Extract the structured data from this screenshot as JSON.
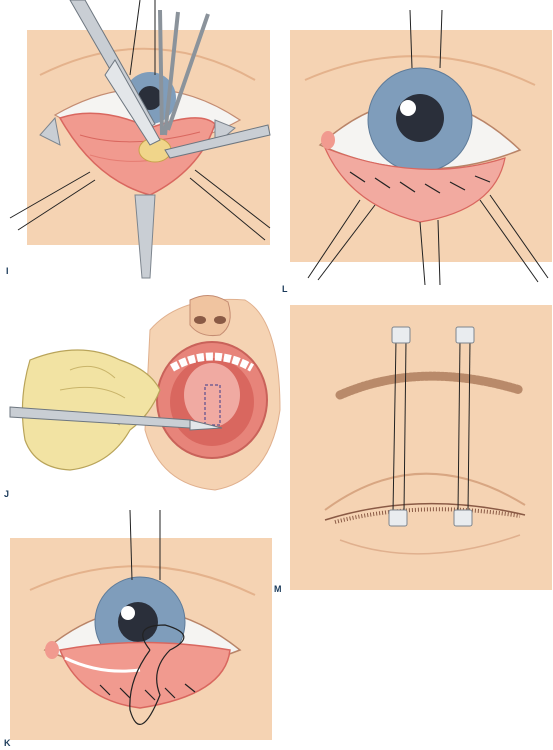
{
  "panels": [
    {
      "id": "I",
      "label": "I"
    },
    {
      "id": "J",
      "label": "J"
    },
    {
      "id": "K",
      "label": "K"
    },
    {
      "id": "L",
      "label": "L"
    },
    {
      "id": "M",
      "label": "M"
    }
  ],
  "colors": {
    "skin": "#f5d3b3",
    "skin_dark": "#e9b58d",
    "tissue": "#f19a8f",
    "tissue_dark": "#d9675f",
    "iris": "#7f9dbb",
    "pupil": "#2a2f3a",
    "sclera": "#f5f4f2",
    "instrument": "#c9ced4",
    "glove": "#f2e3a3",
    "fat": "#f0d58a",
    "label": "#1a3a5a"
  }
}
